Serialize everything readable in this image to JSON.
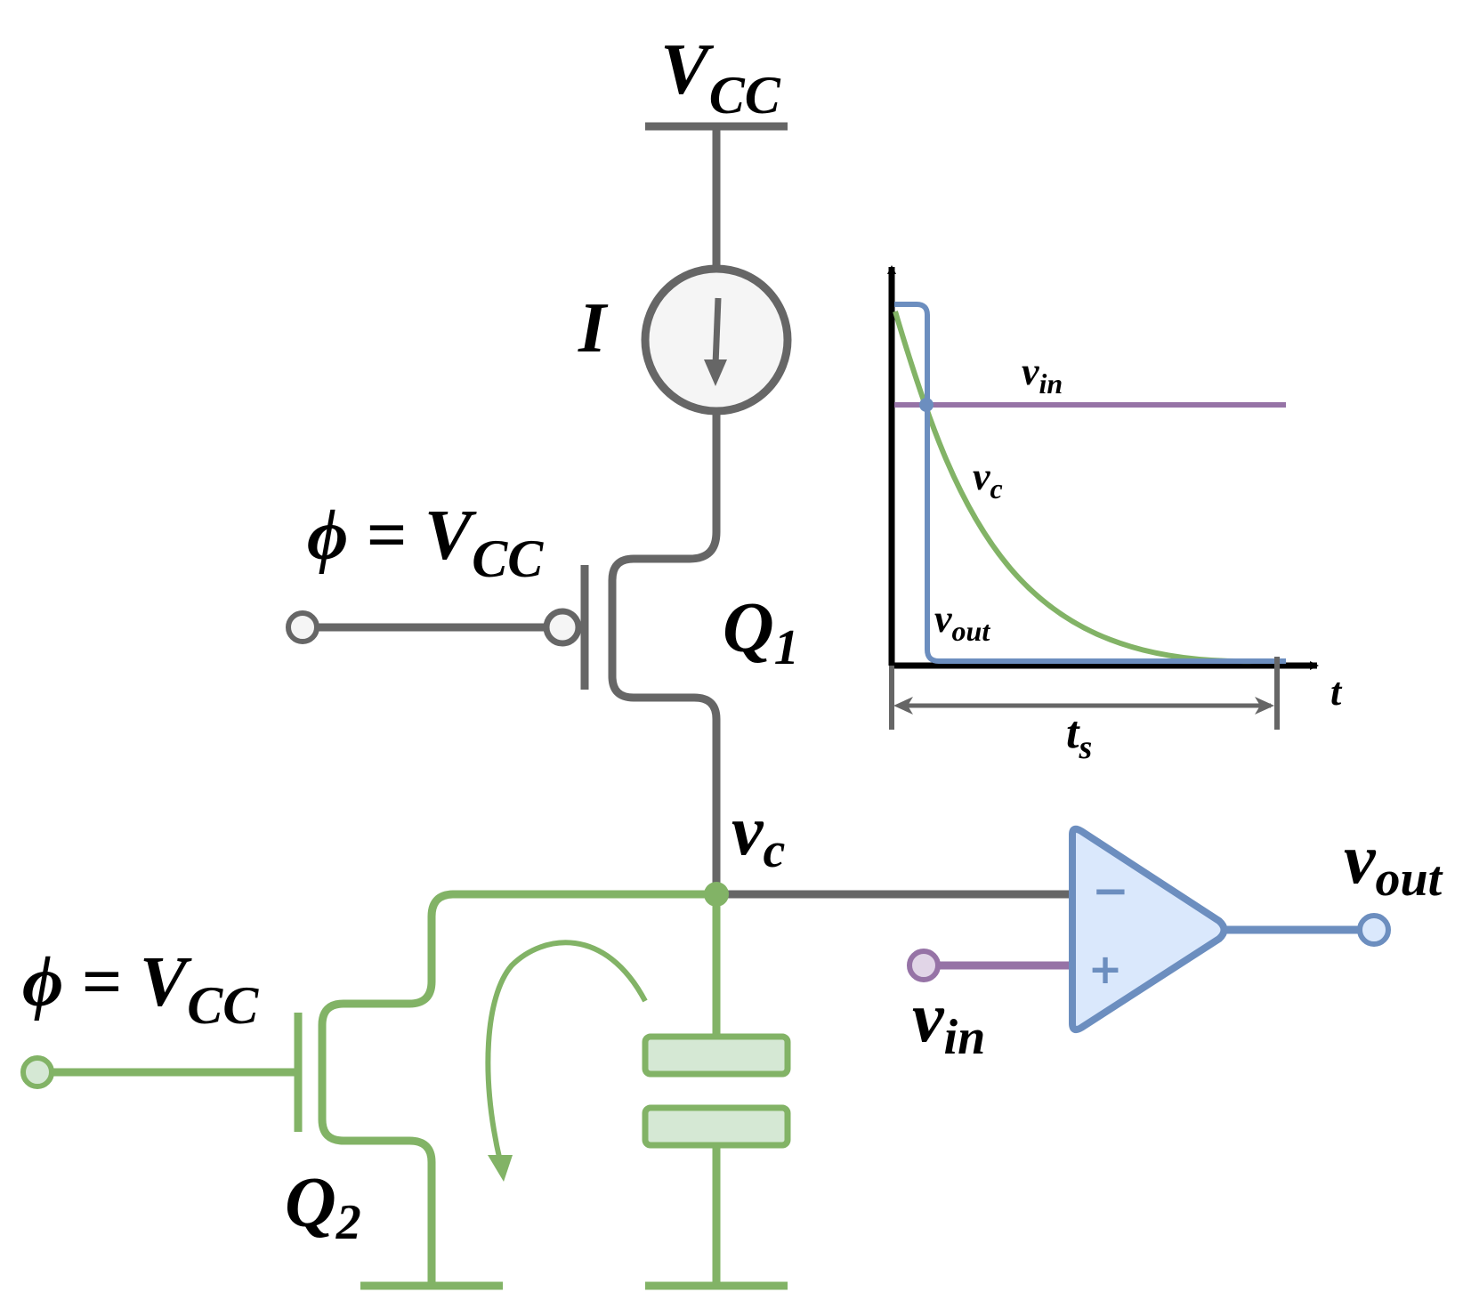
{
  "colors": {
    "gray": "#666666",
    "green": "#82b366",
    "green_fill": "#d5e8d4",
    "blue": "#6c8ebf",
    "blue_fill": "#dae8fc",
    "purple": "#9673a6",
    "purple_fill": "#e1d5e7",
    "source_fill": "#f5f5f5",
    "black": "#000000"
  },
  "labels": {
    "vcc_main": "V",
    "vcc_main_sub": "CC",
    "current": "I",
    "phi1": "ϕ = V",
    "phi1_sub": "CC",
    "q1": "Q",
    "q1_sub": "1",
    "vc": "v",
    "vc_sub": "c",
    "phi2": "ϕ = V",
    "phi2_sub": "CC",
    "q2": "Q",
    "q2_sub": "2",
    "vout": "v",
    "vout_sub": "out",
    "vin": "v",
    "vin_sub": "in",
    "comparator_minus": "−",
    "comparator_plus": "+"
  },
  "graph": {
    "vin": "v",
    "vin_sub": "in",
    "vc": "v",
    "vc_sub": "c",
    "vout": "v",
    "vout_sub": "out",
    "t_axis": "t",
    "ts": "t",
    "ts_sub": "s"
  }
}
